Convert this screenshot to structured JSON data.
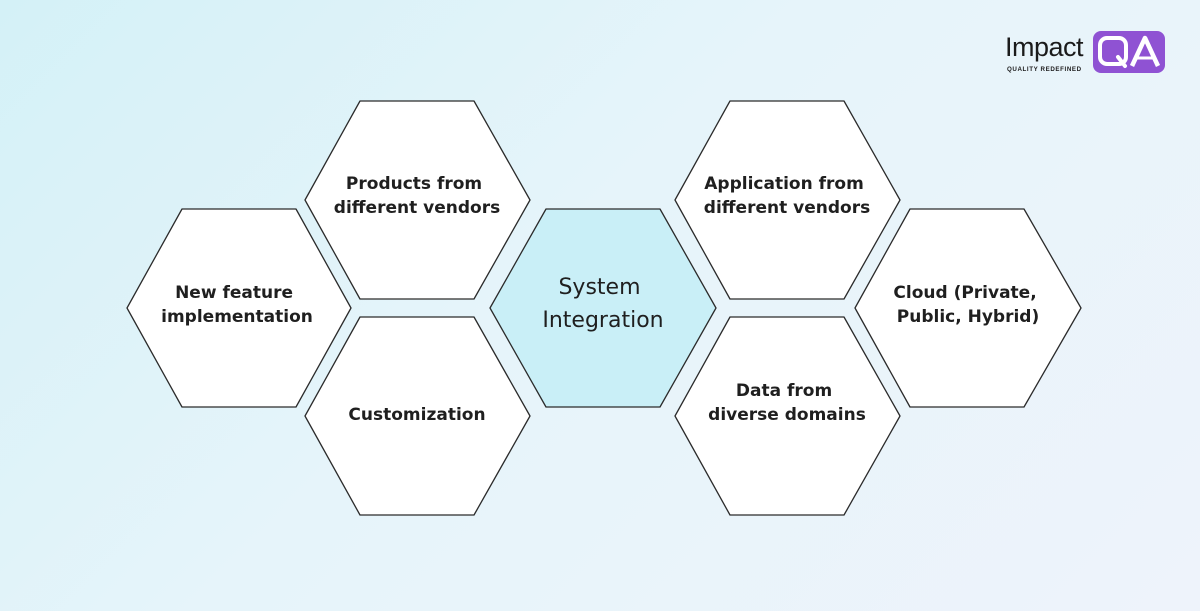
{
  "logo": {
    "word": "Impact",
    "badge_text": "QA",
    "tagline": "QUALITY REDEFINED",
    "badge_color": "#8f52d3"
  },
  "diagram": {
    "center": {
      "lines": [
        "System",
        "Integration"
      ],
      "fill": "#c9eff7"
    },
    "cells": [
      {
        "id": "new-feature",
        "lines": [
          "New feature",
          "implementation"
        ]
      },
      {
        "id": "products",
        "lines": [
          "Products from",
          "different vendors"
        ]
      },
      {
        "id": "customization",
        "lines": [
          "Customization"
        ]
      },
      {
        "id": "application",
        "lines": [
          "Application from",
          "different vendors"
        ]
      },
      {
        "id": "data",
        "lines": [
          "Data from",
          "diverse domains"
        ]
      },
      {
        "id": "cloud",
        "lines": [
          "Cloud (Private,",
          "Public, Hybrid)"
        ]
      }
    ],
    "cell_fill": "#ffffff",
    "stroke": "#2b2b2b"
  }
}
